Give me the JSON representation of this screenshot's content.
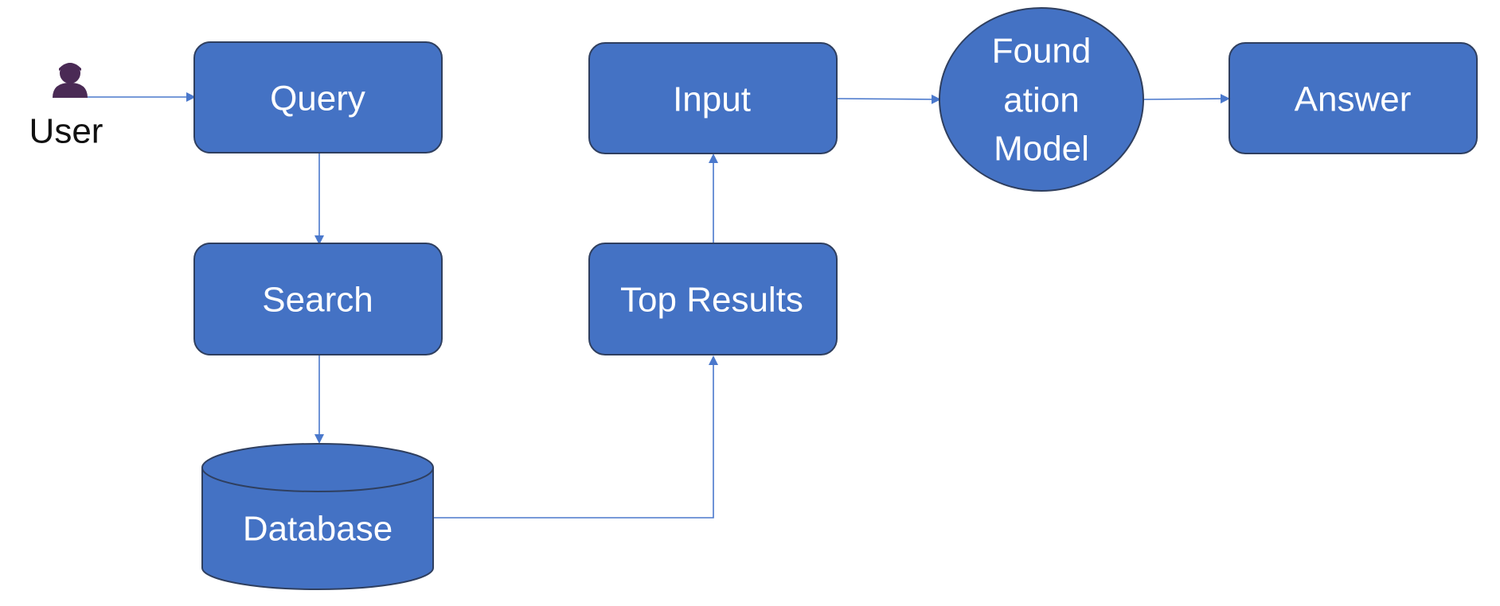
{
  "colors": {
    "node_fill": "#4472c4",
    "node_stroke": "#2f3f5f",
    "edge": "#4a78cc",
    "user_icon": "#4a2a55",
    "background": "#ffffff"
  },
  "user": {
    "label": "User",
    "icon": "person-icon"
  },
  "nodes": {
    "query": "Query",
    "search": "Search",
    "database": "Database",
    "top_results": "Top Results",
    "input": "Input",
    "foundation_model": [
      "Found",
      "ation",
      "Model"
    ],
    "answer": "Answer"
  },
  "edges": [
    {
      "from": "user",
      "to": "query"
    },
    {
      "from": "query",
      "to": "search"
    },
    {
      "from": "search",
      "to": "database"
    },
    {
      "from": "database",
      "to": "top_results"
    },
    {
      "from": "top_results",
      "to": "input"
    },
    {
      "from": "input",
      "to": "foundation_model"
    },
    {
      "from": "foundation_model",
      "to": "answer"
    }
  ]
}
